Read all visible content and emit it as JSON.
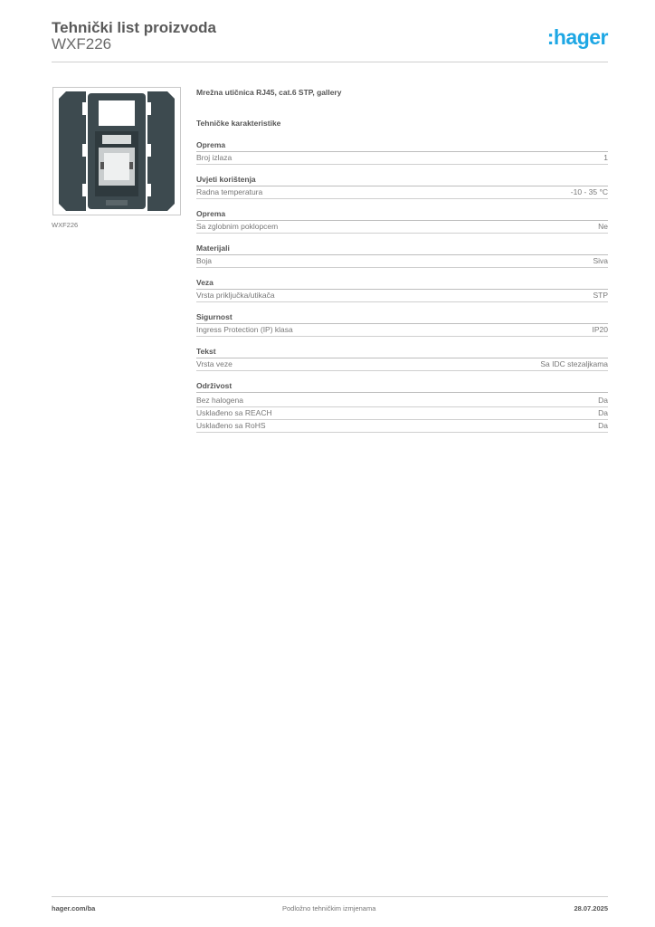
{
  "header": {
    "title": "Tehnički list proizvoda",
    "subtitle": "WXF226",
    "logo": ":hager",
    "brand_color": "#1ea7e4"
  },
  "image": {
    "caption": "WXF226",
    "icon": "rj45-socket-module-image"
  },
  "product": {
    "name": "Mrežna utičnica RJ45, cat.6 STP, gallery",
    "section_title": "Tehničke karakteristike"
  },
  "groups": [
    {
      "title": "Oprema",
      "rows": [
        {
          "label": "Broj izlaza",
          "value": "1"
        }
      ]
    },
    {
      "title": "Uvjeti korištenja",
      "rows": [
        {
          "label": "Radna temperatura",
          "value": "-10 - 35 °C"
        }
      ]
    },
    {
      "title": "Oprema",
      "rows": [
        {
          "label": "Sa zglobnim poklopcem",
          "value": "Ne"
        }
      ]
    },
    {
      "title": "Materijali",
      "rows": [
        {
          "label": "Boja",
          "value": "Siva"
        }
      ]
    },
    {
      "title": "Veza",
      "rows": [
        {
          "label": "Vrsta priključka/utikača",
          "value": "STP"
        }
      ]
    },
    {
      "title": "Sigurnost",
      "rows": [
        {
          "label": "Ingress Protection (IP) klasa",
          "value": "IP20"
        }
      ]
    },
    {
      "title": "Tekst",
      "rows": [
        {
          "label": "Vrsta veze",
          "value": "Sa IDC stezaljkama"
        }
      ]
    },
    {
      "title": "Održivost",
      "rows": [
        {
          "label": "Bez halogena",
          "value": "Da"
        },
        {
          "label": "Usklađeno sa REACH",
          "value": "Da"
        },
        {
          "label": "Usklađeno sa RoHS",
          "value": "Da"
        }
      ]
    }
  ],
  "footer": {
    "website": "hager.com/ba",
    "notice": "Podložno tehničkim izmjenama",
    "date": "28.07.2025"
  }
}
